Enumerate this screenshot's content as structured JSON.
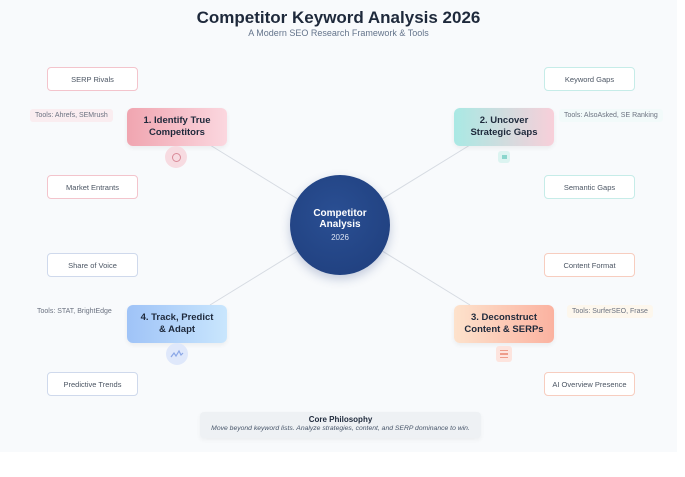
{
  "header": {
    "title": "Competitor Keyword Analysis 2026",
    "subtitle": "A Modern SEO Research Framework & Tools"
  },
  "hub": {
    "line1": "Competitor",
    "line2": "Analysis",
    "year": "2026"
  },
  "steps": [
    {
      "label": "1. Identify True Competitors",
      "tools": "Tools: Ahrefs, SEMrush",
      "icon": "target-icon",
      "leaves": [
        "SERP Rivals",
        "Market Entrants"
      ],
      "color": "#f0a5b0"
    },
    {
      "label": "2. Uncover Strategic Gaps",
      "tools": "Tools: AlsoAsked, SE Ranking",
      "icon": "gap-icon",
      "leaves": [
        "Keyword Gaps",
        "Semantic Gaps"
      ],
      "color": "#a9e9e4"
    },
    {
      "label": "3. Deconstruct Content & SERPs",
      "tools": "Tools: SurferSEO, Frase",
      "icon": "list-icon",
      "leaves": [
        "Content Format",
        "AI Overview Presence"
      ],
      "color": "#fbb2a0"
    },
    {
      "label": "4. Track, Predict & Adapt",
      "tools": "Tools: STAT, BrightEdge",
      "icon": "trend-line-icon",
      "leaves": [
        "Share of Voice",
        "Predictive Trends"
      ],
      "color": "#9fc3f7"
    }
  ],
  "philosophy": {
    "title": "Core Philosophy",
    "text": "Move beyond keyword lists. Analyze strategies, content, and SERP dominance to win."
  },
  "colors": {
    "hub": "#1e3d7b",
    "background": "#f8fafc",
    "title": "#1e293b"
  }
}
